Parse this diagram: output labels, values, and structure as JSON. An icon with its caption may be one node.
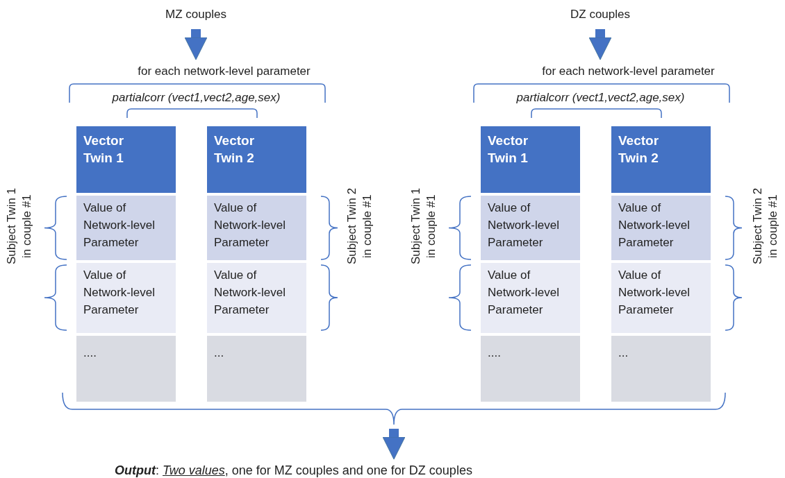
{
  "diagram": {
    "nodes": [
      {
        "text": [
          "MZ couples"
        ]
      },
      {
        "text": [
          "for each network-level parameter"
        ]
      },
      {
        "text": [
          "partialcorr (vect1,vect2,age,sex)"
        ]
      },
      {
        "text": [
          "Vector Twin 1"
        ]
      },
      {
        "text": [
          "Value of Network-level Parameter"
        ]
      },
      {
        "text": [
          "Value of Network-level Parameter"
        ]
      },
      {
        "text": [
          "...."
        ]
      },
      {
        "text": [
          "Vector Twin 2"
        ]
      },
      {
        "text": [
          "Value of Network-level Parameter"
        ]
      },
      {
        "text": [
          "Value of Network-level Parameter"
        ]
      },
      {
        "text": [
          "..."
        ]
      },
      {
        "text": [
          "DZ couples"
        ]
      },
      {
        "text": [
          "for each network-level parameter"
        ]
      },
      {
        "text": [
          "partialcorr (vect1,vect2,age,sex)"
        ]
      },
      {
        "text": [
          "Vector Twin 1"
        ]
      },
      {
        "text": [
          "Value of Network-level Parameter"
        ]
      },
      {
        "text": [
          "Value of Network-level Parameter"
        ]
      },
      {
        "text": [
          "...."
        ]
      },
      {
        "text": [
          "Vector Twin 2"
        ]
      },
      {
        "text": [
          "Value of Network-level Parameter"
        ]
      },
      {
        "text": [
          "Value of Network-level Parameter"
        ]
      },
      {
        "text": [
          "..."
        ]
      },
      {
        "text": [],
        "shape": "bracket"
      },
      {
        "text": [
          "**Output**: *Two values*, one for MZ couples and one for DZ couples"
        ]
      }
    ],
    "edges": [
      {
        "from": 0,
        "to": 1,
        "arrow": "to"
      },
      {
        "from": 11,
        "to": 12,
        "arrow": "to"
      },
      {
        "from": 22,
        "to": 23,
        "arrow": "to"
      }
    ],
    "labels": [
      "Subject Twin 1 in couple #1",
      "Subject Twin 2 in couple #1",
      "Subject Twin 1 in couple #1",
      "Subject Twin 2 in couple #1"
    ]
  }
}
